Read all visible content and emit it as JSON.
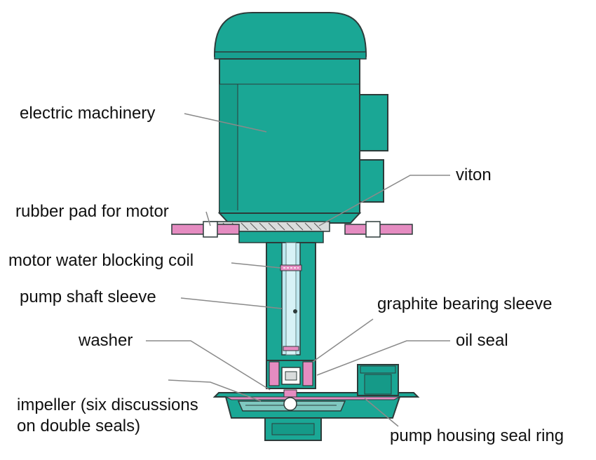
{
  "colors": {
    "body": "#1aa795",
    "body_dark": "#0e7d70",
    "outline": "#2d3b3a",
    "rubber": "#e58cc1",
    "water": "#bfe9f0",
    "leader": "#8a8a8a"
  },
  "labels": {
    "electric_machinery": "electric machinery",
    "viton": "viton",
    "rubber_pad": "rubber pad for motor",
    "water_blocking_coil": "motor water blocking coil",
    "shaft_sleeve": "pump shaft sleeve",
    "graphite_bearing": "graphite bearing sleeve",
    "washer": "washer",
    "oil_seal": "oil seal",
    "impeller_line1": "impeller (six discussions",
    "impeller_line2": "on double seals)",
    "housing_seal_ring": "pump housing seal ring"
  },
  "icons": [
    "pump-motor-icon",
    "pump-shaft-icon",
    "pump-housing-icon",
    "outlet-pipe-icon"
  ]
}
